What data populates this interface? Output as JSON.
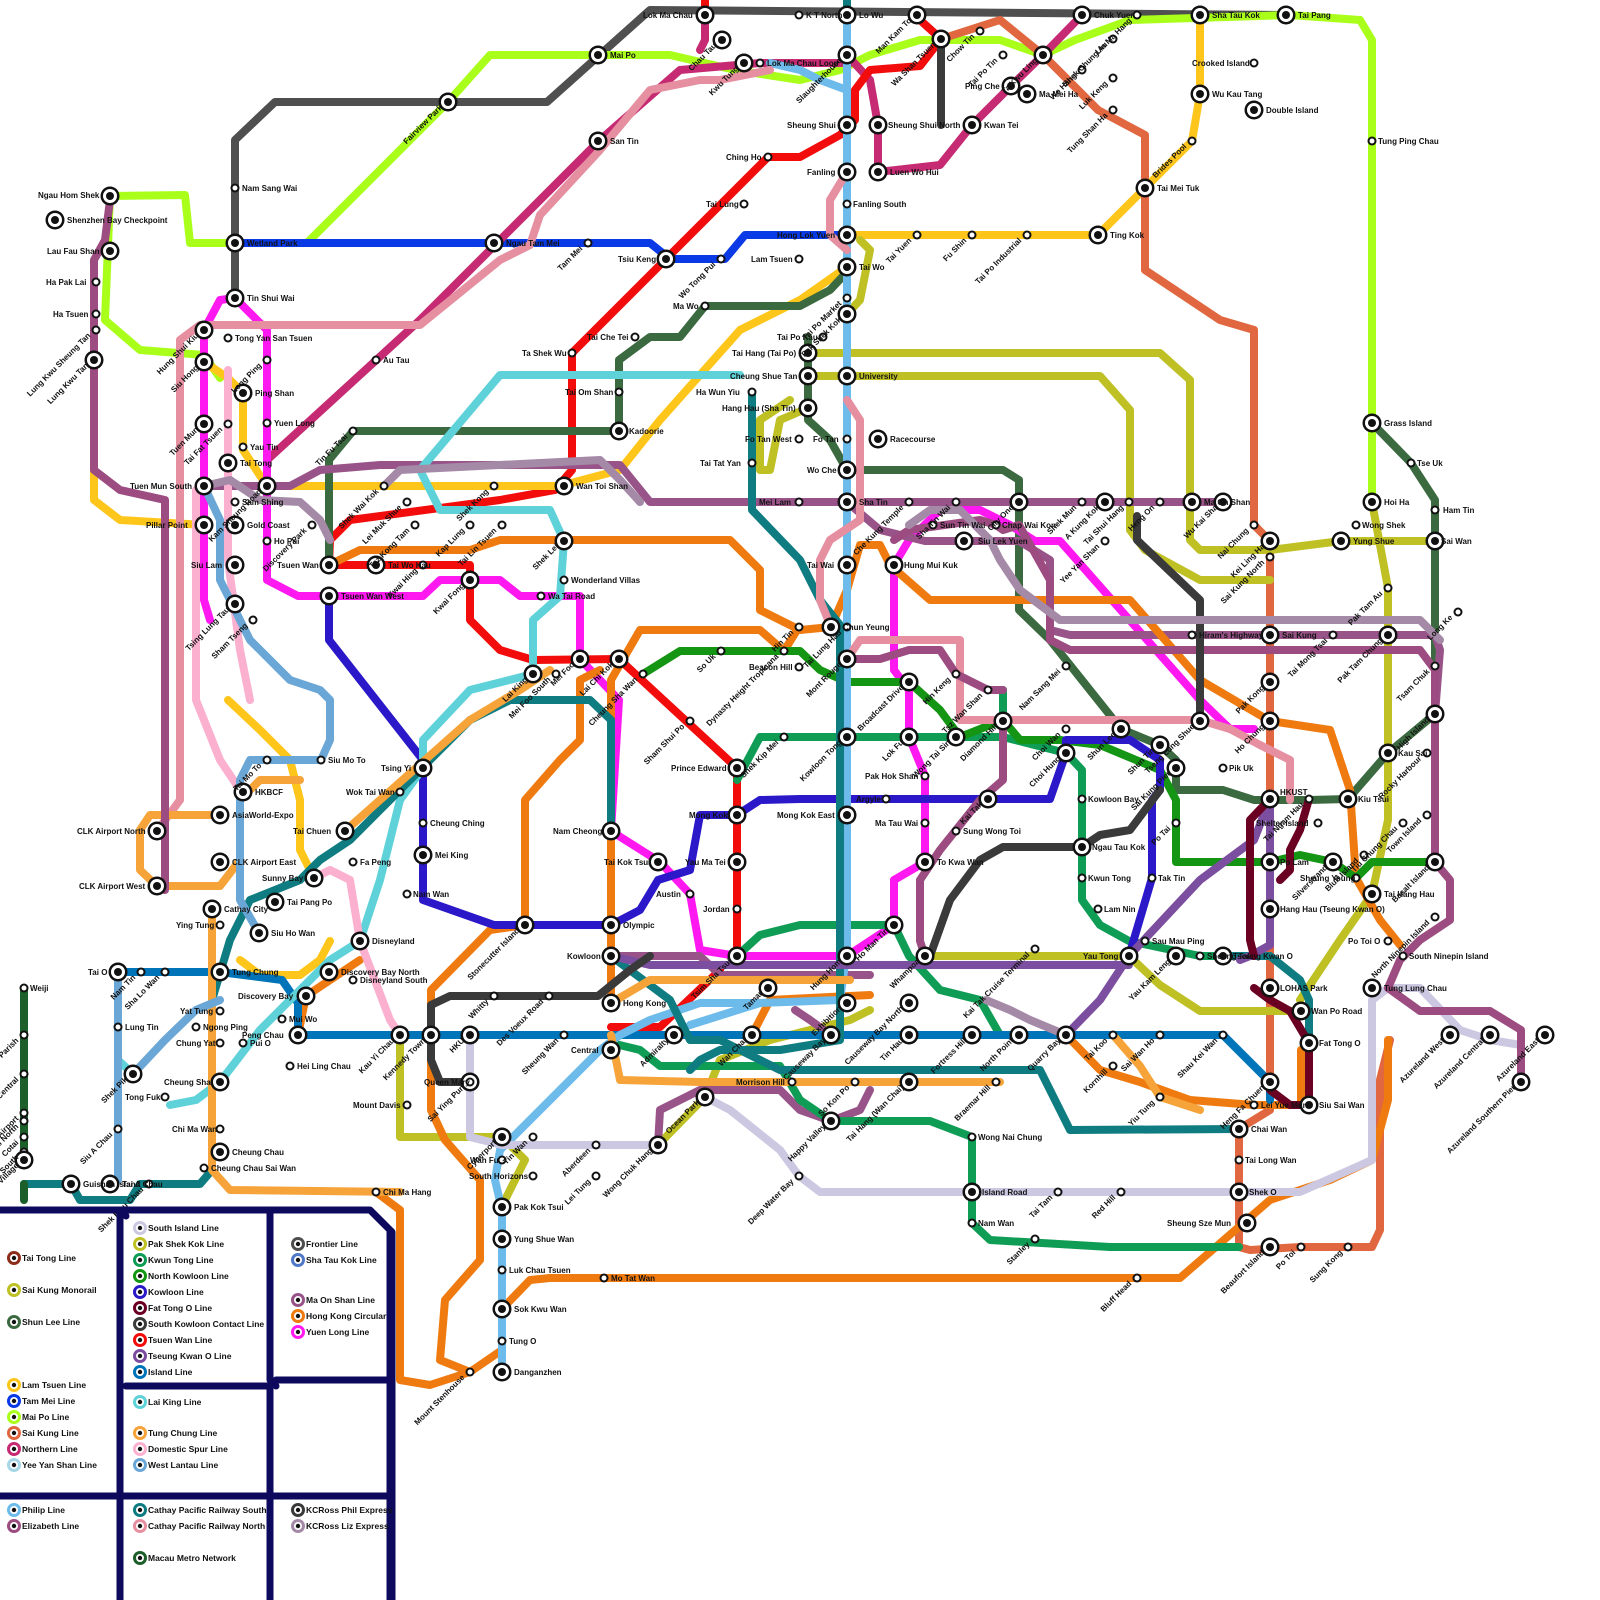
{
  "lines": [
    {
      "id": "tai-tong",
      "color": "#8b2d1a"
    },
    {
      "id": "tam-mei",
      "color": "#0a3ae6"
    },
    {
      "id": "mai-po",
      "color": "#a9ff1a"
    },
    {
      "id": "northern",
      "color": "#c52a72"
    },
    {
      "id": "tsuen-wan",
      "color": "#f20c0c"
    },
    {
      "id": "lam-tsuen",
      "color": "#fec61a"
    },
    {
      "id": "frontier",
      "color": "#4f4f4f"
    },
    {
      "id": "sha-tau-kok",
      "color": "#4f78c8"
    },
    {
      "id": "yee-yan-shan",
      "color": "#a6d7e6"
    },
    {
      "id": "sai-kung",
      "color": "#e0673f"
    },
    {
      "id": "sai-kung-monorail",
      "color": "#bfc024"
    },
    {
      "id": "shun-lee",
      "color": "#3c6a40"
    },
    {
      "id": "yuen-long",
      "color": "#ff19f0"
    },
    {
      "id": "ma-on-shan",
      "color": "#985488"
    },
    {
      "id": "hk-circular",
      "color": "#ef7b10"
    },
    {
      "id": "kwun-tong",
      "color": "#0f9d56"
    },
    {
      "id": "kowloon",
      "color": "#2b18c9"
    },
    {
      "id": "island",
      "color": "#0074b9"
    },
    {
      "id": "lai-king",
      "color": "#5fd2d9"
    },
    {
      "id": "philip",
      "color": "#6cbbea"
    },
    {
      "id": "cathay-south",
      "color": "#0e7c80"
    },
    {
      "id": "cathay-north",
      "color": "#e58fa0"
    },
    {
      "id": "tseung-kwan-o",
      "color": "#7b4ea0"
    },
    {
      "id": "fat-tong-o",
      "color": "#6a0022"
    },
    {
      "id": "macau",
      "color": "#1d5f2a"
    },
    {
      "id": "south-island",
      "color": "#ccc8e2"
    },
    {
      "id": "north-kowloon",
      "color": "#149614"
    },
    {
      "id": "tung-chung",
      "color": "#f6a43a"
    },
    {
      "id": "domestic-spur",
      "color": "#fbb0cf"
    },
    {
      "id": "west-lantau",
      "color": "#6ba7d6"
    },
    {
      "id": "elizabeth",
      "color": "#9c4c80"
    },
    {
      "id": "kcross-phil",
      "color": "#3a3a3a"
    },
    {
      "id": "kcross-liz",
      "color": "#a58aa8"
    }
  ],
  "stations": [
    {
      "name": "Lok Ma Chau"
    },
    {
      "name": "Mai Po"
    },
    {
      "name": "Fairview Park"
    },
    {
      "name": "San Tin"
    },
    {
      "name": "Nam Sang Wai"
    },
    {
      "name": "Wetland Park"
    },
    {
      "name": "Ngau Tam Mei"
    },
    {
      "name": "Tam Mei"
    },
    {
      "name": "Tin Shui Wai"
    },
    {
      "name": "Ngau Hom Shek"
    },
    {
      "name": "Shenzhen Bay Checkpoint"
    },
    {
      "name": "Lau Fau Shan"
    },
    {
      "name": "Ha Pak Lai"
    },
    {
      "name": "Ha Tsuen"
    },
    {
      "name": "Lung Kwu Sheung Tan"
    },
    {
      "name": "Lung Kwu Tan"
    },
    {
      "name": "Hung Shui Kiu"
    },
    {
      "name": "Siu Hong"
    },
    {
      "name": "Tong Yan San Tsuen"
    },
    {
      "name": "Long Ping"
    },
    {
      "name": "Ping Shan"
    },
    {
      "name": "Yuen Long"
    },
    {
      "name": "Au Tau"
    },
    {
      "name": "Tuen Mun"
    },
    {
      "name": "Tai Fat Tsuen"
    },
    {
      "name": "Tai Tong"
    },
    {
      "name": "Yau Tin"
    },
    {
      "name": "Kam Sheung Road"
    },
    {
      "name": "Tin Fu Tsai"
    },
    {
      "name": "Tuen Mun South"
    },
    {
      "name": "Sam Shing"
    },
    {
      "name": "Pillar Point"
    },
    {
      "name": "Gold Coast"
    },
    {
      "name": "Ho Pui"
    },
    {
      "name": "Siu Lam"
    },
    {
      "name": "Tsing Lung Tau"
    },
    {
      "name": "Sham Tseng"
    },
    {
      "name": "Discovery Park"
    },
    {
      "name": "Tsuen Wan"
    },
    {
      "name": "Tai Wo Hau"
    },
    {
      "name": "Kwai Hing"
    },
    {
      "name": "Kwai Fong"
    },
    {
      "name": "Tsuen Wan West"
    },
    {
      "name": "Ma Tau Wai"
    },
    {
      "name": "Lok Ma Chau Loop"
    },
    {
      "name": "Chau Tau"
    },
    {
      "name": "Kwu Tung"
    },
    {
      "name": "Lo Wu"
    },
    {
      "name": "K T North"
    },
    {
      "name": "Man Kam To"
    },
    {
      "name": "Chuk Yuen"
    },
    {
      "name": "Sha Tau Kok"
    },
    {
      "name": "Tai Pang"
    },
    {
      "name": "Crooked Island"
    },
    {
      "name": "Wu Kau Tang"
    },
    {
      "name": "Double Island"
    },
    {
      "name": "Tung Ping Chau"
    },
    {
      "name": "Brides Pool"
    },
    {
      "name": "Tai Mei Tuk"
    },
    {
      "name": "Ting Kok"
    },
    {
      "name": "Sheung Shui"
    },
    {
      "name": "Sheung Shui North"
    },
    {
      "name": "Slaughterhouse"
    },
    {
      "name": "Fanling"
    },
    {
      "name": "Fanling South"
    },
    {
      "name": "Luen Wo Hui"
    },
    {
      "name": "Kwan Tei"
    },
    {
      "name": "Ping Che"
    },
    {
      "name": "Ma Mei Ha"
    },
    {
      "name": "Ta Kwu Ling"
    },
    {
      "name": "Tai Po Tin"
    },
    {
      "name": "Chow Tin"
    },
    {
      "name": "Lin Ma Hang"
    },
    {
      "name": "Shek Chung Au"
    },
    {
      "name": "Wo Hang"
    },
    {
      "name": "Luk Keng"
    },
    {
      "name": "Tung Shan Ha"
    },
    {
      "name": "Wa Shan Tsuen"
    },
    {
      "name": "Ching Ho"
    },
    {
      "name": "Tai Lung"
    },
    {
      "name": "Hong Lok Yuen"
    },
    {
      "name": "Tai Yuen"
    },
    {
      "name": "Fu Shin"
    },
    {
      "name": "Tai Po Industrial"
    },
    {
      "name": "Lam Tsuen"
    },
    {
      "name": "Tsiu Keng"
    },
    {
      "name": "Wo Tong Pui"
    },
    {
      "name": "Tai Wo"
    },
    {
      "name": "Tai Po Market"
    },
    {
      "name": "Pak Shek Kok"
    },
    {
      "name": "Tai Po Kau"
    },
    {
      "name": "Tai Hang (Tai Po)"
    },
    {
      "name": "Cheung Shue Tan"
    },
    {
      "name": "Hang Hau (Sha Tin)"
    },
    {
      "name": "Ha Wun Yiu"
    },
    {
      "name": "University"
    },
    {
      "name": "Ma Wo"
    },
    {
      "name": "Tai Che Tei"
    },
    {
      "name": "Tai Om Shan"
    },
    {
      "name": "Kadoorie"
    },
    {
      "name": "Ta Shek Wu"
    },
    {
      "name": "Racecourse"
    },
    {
      "name": "Fo Tan West"
    },
    {
      "name": "Fo Tan"
    },
    {
      "name": "Tai Tat Yan"
    },
    {
      "name": "Wo Che"
    },
    {
      "name": "Sha Tin"
    },
    {
      "name": "Mei Lam"
    },
    {
      "name": "Wan Toi Shan"
    },
    {
      "name": "Shek Wai Kok"
    },
    {
      "name": "Lei Muk Shue"
    },
    {
      "name": "Shek Kong"
    },
    {
      "name": "Tsz Kong Tam"
    },
    {
      "name": "Kap Lung"
    },
    {
      "name": "Tai Lin Tsuen"
    },
    {
      "name": "Shek Lei"
    },
    {
      "name": "Wonderland Villas"
    },
    {
      "name": "Wa Tai Road"
    },
    {
      "name": "Lai King"
    },
    {
      "name": "Mei Foo"
    },
    {
      "name": "Mei Foo South"
    },
    {
      "name": "Lai Chi Kok"
    },
    {
      "name": "Cheung Sha Wan"
    },
    {
      "name": "So Uk"
    },
    {
      "name": "Dynasty Height Tropicana"
    },
    {
      "name": "Beacon Hill"
    },
    {
      "name": "Hin Tin"
    },
    {
      "name": "Tai Wai"
    },
    {
      "name": "Chun Yeung"
    },
    {
      "name": "Tai Lung Hau"
    },
    {
      "name": "Hung Mui Kuk"
    },
    {
      "name": "Che Kung Temple"
    },
    {
      "name": "Sha Tin Wai"
    },
    {
      "name": "Sun Tin Wai"
    },
    {
      "name": "Siu Lek Yuen"
    },
    {
      "name": "City One"
    },
    {
      "name": "Chap Wai Kon"
    },
    {
      "name": "Shek Mun"
    },
    {
      "name": "A Kung Kok"
    },
    {
      "name": "Tai Shui Hang"
    },
    {
      "name": "Heng On"
    },
    {
      "name": "Ma On Shan"
    },
    {
      "name": "Wu Kai Sha"
    },
    {
      "name": "Nai Chung"
    },
    {
      "name": "Kei Ling Ha"
    },
    {
      "name": "Sai Kung North"
    },
    {
      "name": "Yung Shue"
    },
    {
      "name": "Wong Shek"
    },
    {
      "name": "Hoi Ha"
    },
    {
      "name": "Grass Island"
    },
    {
      "name": "Tse Uk"
    },
    {
      "name": "Ham Tin"
    },
    {
      "name": "Sai Wan"
    },
    {
      "name": "Long Ke"
    },
    {
      "name": "Sai Kung"
    },
    {
      "name": "Tai Mong Tsai"
    },
    {
      "name": "Pak Tam Au"
    },
    {
      "name": "Pak Tam Chung"
    },
    {
      "name": "Tsam Chuk"
    },
    {
      "name": "High Island"
    },
    {
      "name": "Pak Kong"
    },
    {
      "name": "Ho Chung"
    },
    {
      "name": "Tseng Lung Shue"
    },
    {
      "name": "Hiram's Highway"
    },
    {
      "name": "Shun Lee"
    },
    {
      "name": "Shun Tin"
    },
    {
      "name": "Choi Wan"
    },
    {
      "name": "Nam Sang Mei"
    },
    {
      "name": "Yee Yan Shan"
    },
    {
      "name": "Mont Rouge"
    },
    {
      "name": "Broadcast Drive"
    },
    {
      "name": "Hin Keng"
    },
    {
      "name": "Tsz Wan Shan"
    },
    {
      "name": "Diamond Hill"
    },
    {
      "name": "Wong Tai Sin"
    },
    {
      "name": "Lok Fu"
    },
    {
      "name": "Kowloon Tong"
    },
    {
      "name": "Shek Kip Mei"
    },
    {
      "name": "Prince Edward"
    },
    {
      "name": "Sham Shui Po"
    },
    {
      "name": "Mong Kok"
    },
    {
      "name": "Mong Kok East"
    },
    {
      "name": "Pak Hok Shan"
    },
    {
      "name": "Argyle"
    },
    {
      "name": "Kai Tak"
    },
    {
      "name": "Choi Hung"
    },
    {
      "name": "Kowloon Bay"
    },
    {
      "name": "Ngau Tau Kok"
    },
    {
      "name": "Kwun Tong"
    },
    {
      "name": "Lam Nin"
    },
    {
      "name": "Yau Tong"
    },
    {
      "name": "Tak Tin"
    },
    {
      "name": "Po Tai"
    },
    {
      "name": "Sai Kung Pier"
    },
    {
      "name": "Pik Uk"
    },
    {
      "name": "HKUST"
    },
    {
      "name": "Tai Ngam Hau"
    },
    {
      "name": "Kiu Tsui"
    },
    {
      "name": "Kau Sai"
    },
    {
      "name": "Rocky Harbour"
    },
    {
      "name": "Town Island"
    },
    {
      "name": "Basalt Island"
    },
    {
      "name": "Shelter Island"
    },
    {
      "name": "Silverstrand"
    },
    {
      "name": "Bluff Island"
    },
    {
      "name": "Tiu Chung Chau"
    },
    {
      "name": "Sheung Yeung"
    },
    {
      "name": "Tai Hang Hau"
    },
    {
      "name": "North Ninepin Island"
    },
    {
      "name": "Po Lam"
    },
    {
      "name": "Hang Hau (Tseung Kwan O)"
    },
    {
      "name": "Tseung Kwan O"
    },
    {
      "name": "Po Toi O"
    },
    {
      "name": "South Ninepin Island"
    },
    {
      "name": "Tung Lung Chau"
    },
    {
      "name": "Azureland Central"
    },
    {
      "name": "Azureland East"
    },
    {
      "name": "Azureland West"
    },
    {
      "name": "Azureland Southern Pier"
    },
    {
      "name": "LOHAS Park"
    },
    {
      "name": "Wan Po Road"
    },
    {
      "name": "Fat Tong O"
    },
    {
      "name": "Siu Sai Wan"
    },
    {
      "name": "Yau Kam Leng"
    },
    {
      "name": "Lei Yue Mun"
    },
    {
      "name": "Sau Mau Ping"
    },
    {
      "name": "Sheung Tak"
    },
    {
      "name": "Sung Wong Toi"
    },
    {
      "name": "To Kwa Wan"
    },
    {
      "name": "Ho Man Tin"
    },
    {
      "name": "Kai Tak Cruise Terminal"
    },
    {
      "name": "Whampoa"
    },
    {
      "name": "Hung Hom"
    },
    {
      "name": "Tsim Sha Tsui"
    },
    {
      "name": "Jordan"
    },
    {
      "name": "Yau Ma Tei"
    },
    {
      "name": "Austin"
    },
    {
      "name": "Olympic"
    },
    {
      "name": "Tai Kok Tsui"
    },
    {
      "name": "Nam Cheong"
    },
    {
      "name": "Kowloon"
    },
    {
      "name": "Stonecutter Island"
    },
    {
      "name": "Tsing Yi"
    },
    {
      "name": "Cheung Ching"
    },
    {
      "name": "Mei King"
    },
    {
      "name": "Nam Wan"
    },
    {
      "name": "Wok Tai Wan"
    },
    {
      "name": "Siu Mo To"
    },
    {
      "name": "Tai Mo To"
    },
    {
      "name": "Tai Chuen"
    },
    {
      "name": "Fa Peng"
    },
    {
      "name": "Disneyland"
    },
    {
      "name": "Disneyland South"
    },
    {
      "name": "Discovery Bay North"
    },
    {
      "name": "Discovery Bay"
    },
    {
      "name": "Peng Chau"
    },
    {
      "name": "Tai Pang Po"
    },
    {
      "name": "Sunny Bay"
    },
    {
      "name": "Siu Ho Wan"
    },
    {
      "name": "Cathay City"
    },
    {
      "name": "Ying Tung"
    },
    {
      "name": "Tung Chung"
    },
    {
      "name": "HKBCF"
    },
    {
      "name": "AsiaWorld-Expo"
    },
    {
      "name": "CLK Airport East"
    },
    {
      "name": "CLK Airport North"
    },
    {
      "name": "CLK Airport West"
    },
    {
      "name": "Tai O"
    },
    {
      "name": "Nam Tin"
    },
    {
      "name": "Sha Lo Wan"
    },
    {
      "name": "Yat Tung"
    },
    {
      "name": "Ngong Ping"
    },
    {
      "name": "Chung Yat"
    },
    {
      "name": "Pui O"
    },
    {
      "name": "Mui Wo"
    },
    {
      "name": "Hei Ling Chau"
    },
    {
      "name": "Lung Tin"
    },
    {
      "name": "Shek Pik"
    },
    {
      "name": "Tong Fuk"
    },
    {
      "name": "Cheung Sha"
    },
    {
      "name": "Chi Ma Wan"
    },
    {
      "name": "Cheung Chau"
    },
    {
      "name": "Cheung Chau Sai Wan"
    },
    {
      "name": "Shek Kwu Chau"
    },
    {
      "name": "Siu A Chau"
    },
    {
      "name": "Tai A Chau"
    },
    {
      "name": "Guishan Island"
    },
    {
      "name": "Weiji"
    },
    {
      "name": "St. Anthonys Parish"
    },
    {
      "name": "Macau Central"
    },
    {
      "name": "Macau Airport"
    },
    {
      "name": "Cotai North"
    },
    {
      "name": "Cotai"
    },
    {
      "name": "Cotai South"
    },
    {
      "name": "Coloane Village"
    },
    {
      "name": "Kau Yi Chau"
    },
    {
      "name": "Kennedy Town"
    },
    {
      "name": "HKU"
    },
    {
      "name": "Sai Ying Pun"
    },
    {
      "name": "Sheung Wan"
    },
    {
      "name": "Central"
    },
    {
      "name": "Hong Kong"
    },
    {
      "name": "Admiralty"
    },
    {
      "name": "Wan Chai"
    },
    {
      "name": "Exhibition"
    },
    {
      "name": "Causeway Bay"
    },
    {
      "name": "Causeway Bay North"
    },
    {
      "name": "Tamar"
    },
    {
      "name": "Tin Hau"
    },
    {
      "name": "Fortress Hill"
    },
    {
      "name": "North Point"
    },
    {
      "name": "Quarry Bay"
    },
    {
      "name": "Tai Koo"
    },
    {
      "name": "Sai Wan Ho"
    },
    {
      "name": "Shau Kei Wan"
    },
    {
      "name": "Heng Fa Chuen"
    },
    {
      "name": "Chai Wan"
    },
    {
      "name": "Tai Long Wan"
    },
    {
      "name": "Shek O"
    },
    {
      "name": "Sheung Sze Mun"
    },
    {
      "name": "Beaufort Island"
    },
    {
      "name": "Po Toi"
    },
    {
      "name": "Sung Kong"
    },
    {
      "name": "Island Road"
    },
    {
      "name": "Tai Tam"
    },
    {
      "name": "Red Hill"
    },
    {
      "name": "Nam Wan"
    },
    {
      "name": "Stanley"
    },
    {
      "name": "Bluff Head"
    },
    {
      "name": "Wong Nai Chung"
    },
    {
      "name": "Tai Hang (Wan Chai)"
    },
    {
      "name": "Happy Valley"
    },
    {
      "name": "So Kon Po"
    },
    {
      "name": "Morrison Hill"
    },
    {
      "name": "Braemar Hill"
    },
    {
      "name": "Yiu Tung"
    },
    {
      "name": "Kornhill"
    },
    {
      "name": "Ocean Park"
    },
    {
      "name": "Wong Chuk Hang"
    },
    {
      "name": "Aberdeen"
    },
    {
      "name": "Deep Water Bay"
    },
    {
      "name": "Lei Tung"
    },
    {
      "name": "Tin Wan"
    },
    {
      "name": "Cyberport"
    },
    {
      "name": "Wah Fu"
    },
    {
      "name": "South Horizons"
    },
    {
      "name": "Pak Kok Tsui"
    },
    {
      "name": "Yung Shue Wan"
    },
    {
      "name": "Luk Chau Tsuen"
    },
    {
      "name": "Sok Kwu Wan"
    },
    {
      "name": "Tung O"
    },
    {
      "name": "Danganzhen"
    },
    {
      "name": "Mo Tat Wan"
    },
    {
      "name": "Mount Stenhouse"
    },
    {
      "name": "Chi Ma Hang"
    },
    {
      "name": "Mount Davis"
    },
    {
      "name": "Queen Mary"
    },
    {
      "name": "Whitty"
    },
    {
      "name": "Des Voeux Road"
    }
  ],
  "legend": {
    "groups": [
      [
        "Tai Tong Line",
        "Sai Kung Monorail",
        "Shun Lee Line"
      ],
      [
        "Lam Tsuen Line",
        "Tam Mei Line",
        "Mai Po Line",
        "Sai Kung Line",
        "Northern Line",
        "Yee Yan Shan Line"
      ],
      [
        "Philip Line",
        "Elizabeth Line"
      ],
      [
        "South Island Line",
        "Pak Shek Kok Line",
        "Kwun Tong Line",
        "North Kowloon Line",
        "Kowloon Line",
        "Fat Tong O Line",
        "South Kowloon Contact Line",
        "Tsuen Wan Line",
        "Tseung Kwan O Line",
        "Island Line"
      ],
      [
        "Lai King Line"
      ],
      [
        "Tung Chung Line",
        "Domestic Spur Line",
        "West Lantau Line"
      ],
      [
        "Cathay Pacific Railway South",
        "Cathay Pacific Railway North"
      ],
      [
        "Macau Metro Network"
      ],
      [
        "Frontier Line",
        "Sha Tau Kok Line"
      ],
      [
        "Ma On Shan Line",
        "Hong Kong Circular",
        "Yuen Long Line"
      ],
      [
        "KCRoss Phil Express",
        "KCRoss Liz Express"
      ]
    ],
    "colors": {
      "Tai Tong Line": "#8b2d1a",
      "Sai Kung Monorail": "#bfc024",
      "Shun Lee Line": "#3c6a40",
      "Lam Tsuen Line": "#fec61a",
      "Tam Mei Line": "#0a3ae6",
      "Mai Po Line": "#a9ff1a",
      "Sai Kung Line": "#e0673f",
      "Northern Line": "#c52a72",
      "Yee Yan Shan Line": "#a6d7e6",
      "Philip Line": "#6cbbea",
      "Elizabeth Line": "#9c4c80",
      "South Island Line": "#ccc8e2",
      "Pak Shek Kok Line": "#bfc024",
      "Kwun Tong Line": "#0f9d56",
      "North Kowloon Line": "#149614",
      "Kowloon Line": "#2b18c9",
      "Fat Tong O Line": "#6a0022",
      "South Kowloon Contact Line": "#3a3a3a",
      "Tsuen Wan Line": "#f20c0c",
      "Tseung Kwan O Line": "#7b4ea0",
      "Island Line": "#0074b9",
      "Lai King Line": "#5fd2d9",
      "Tung Chung Line": "#f6a43a",
      "Domestic Spur Line": "#fbb0cf",
      "West Lantau Line": "#6ba7d6",
      "Cathay Pacific Railway South": "#0e7c80",
      "Cathay Pacific Railway North": "#e58fa0",
      "Macau Metro Network": "#1d5f2a",
      "Frontier Line": "#4f4f4f",
      "Sha Tau Kok Line": "#4f78c8",
      "Ma On Shan Line": "#985488",
      "Hong Kong Circular": "#ef7b10",
      "Yuen Long Line": "#ff19f0",
      "KCRoss Phil Express": "#3a3a3a",
      "KCRoss Liz Express": "#a58aa8"
    }
  }
}
